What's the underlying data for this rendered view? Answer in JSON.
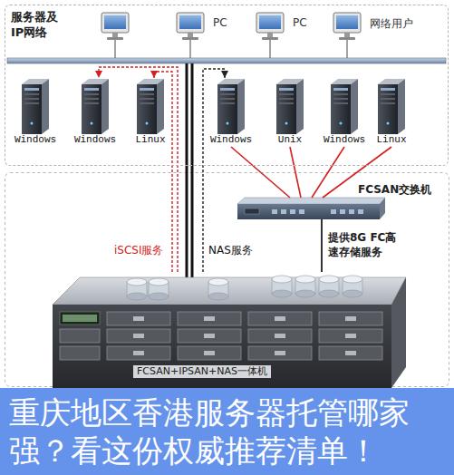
{
  "diagram": {
    "caption": "重庆地区香港服务器托管哪家 强？看这份权威推荐清单！",
    "nodes": [
      {
        "text": [
          "服务器及 IP网络"
        ]
      },
      {
        "text": [
          "PC"
        ],
        "in": 0
      },
      {
        "text": [
          "PC"
        ],
        "in": 0
      },
      {
        "text": [
          "网络用户"
        ],
        "in": 0
      },
      {
        "text": [
          "Windows"
        ],
        "in": 0
      },
      {
        "text": [
          "Windows"
        ],
        "in": 0
      },
      {
        "text": [
          "Linux"
        ],
        "in": 0
      },
      {
        "text": [
          "Windows"
        ],
        "in": 0
      },
      {
        "text": [
          "Unix"
        ],
        "in": 0
      },
      {
        "text": [
          "Windows"
        ],
        "in": 0
      },
      {
        "text": [
          "Linux"
        ],
        "in": 0
      },
      {
        "text": [
          "FCSAN交换机"
        ]
      },
      {
        "text": [
          "FCSAN+IPSAN+NAS一体机"
        ]
      }
    ],
    "edges": [
      {
        "from": 7,
        "to": 11,
        "arrow": "none"
      },
      {
        "from": 8,
        "to": 11,
        "arrow": "none"
      },
      {
        "from": 9,
        "to": 11,
        "arrow": "none"
      },
      {
        "from": 10,
        "to": 11,
        "arrow": "none"
      },
      {
        "from": 11,
        "to": 12,
        "label": "提供8G FC高 速存储服务",
        "arrow": "none"
      },
      {
        "from": 12,
        "to": 5,
        "label": "iSCSI服务",
        "arrow": "to"
      },
      {
        "from": 12,
        "to": 6,
        "arrow": "to"
      },
      {
        "from": 12,
        "to": 7,
        "label": "NAS服务",
        "arrow": "to"
      }
    ]
  }
}
